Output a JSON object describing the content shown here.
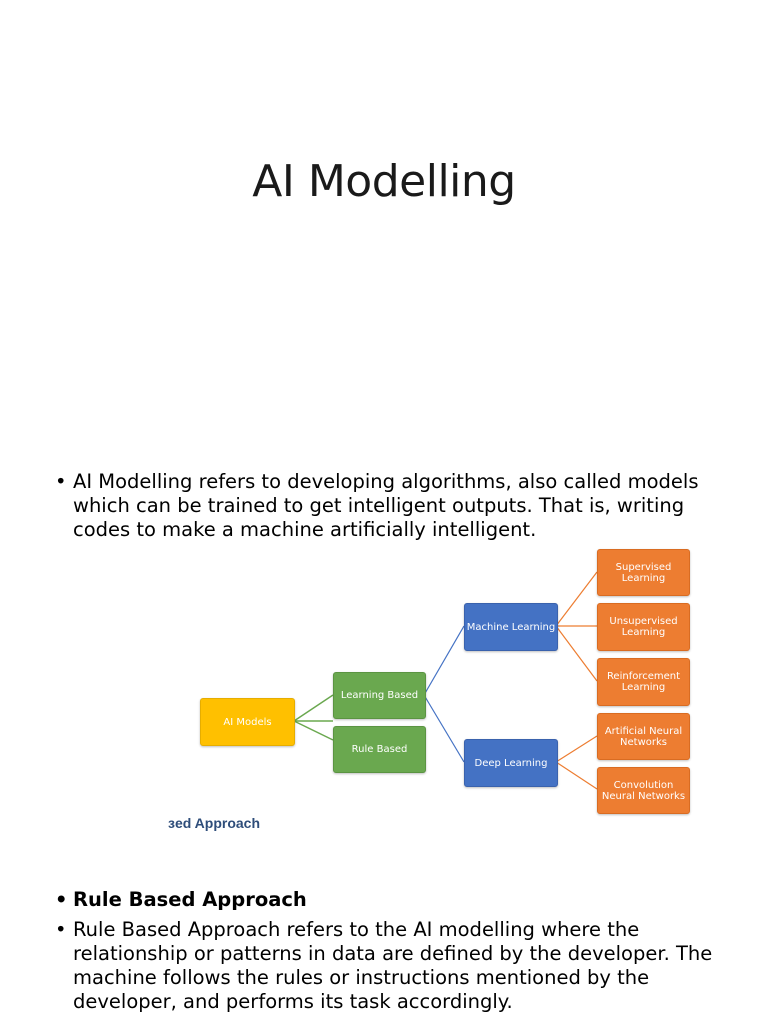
{
  "slide": {
    "title": "AI Modelling",
    "intro": "AI Modelling refers to developing algorithms, also called models which can be trained to get intelligent outputs. That is, writing codes to make a machine artificially intelligent.",
    "bullet_char": "•"
  },
  "diagram": {
    "root": "AI Models",
    "level1": {
      "learning_based": "Learning Based",
      "rule_based": "Rule Based"
    },
    "level2": {
      "machine_learning": "Machine Learning",
      "deep_learning": "Deep Learning"
    },
    "ml_children": [
      "Supervised Learning",
      "Unsupervised Learning",
      "Reinforcement Learning"
    ],
    "dl_children": [
      "Artificial Neural Networks",
      "Convolution Neural Networks"
    ],
    "cropped_caption": "ɜed Approach",
    "colors": {
      "root": "#ffc000",
      "level1": "#6aa84f",
      "level2": "#4472c4",
      "leaves": "#ed7d31",
      "caption": "#2e4d7a"
    }
  },
  "rule_based_section": {
    "heading": "Rule Based Approach",
    "body": "Rule Based Approach refers to the AI modelling where the relationship or patterns in data are defined by the developer. The machine follows the rules or instructions mentioned by the developer, and performs its task accordingly."
  }
}
